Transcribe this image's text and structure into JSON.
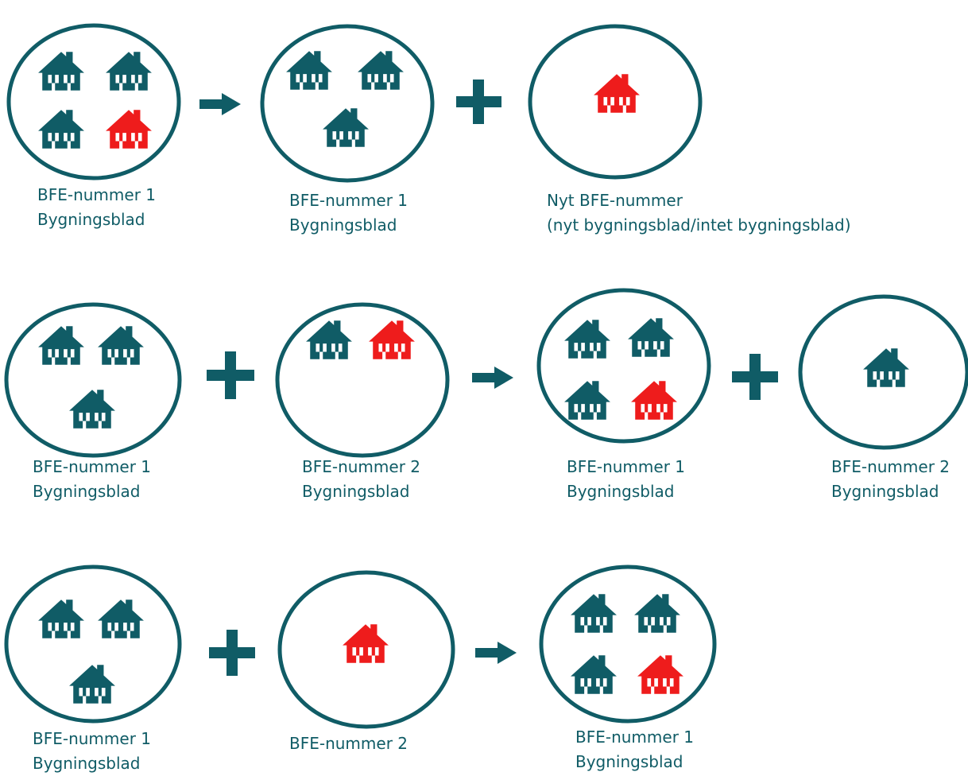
{
  "colors": {
    "teal": "#105c66",
    "red": "#ee1c1c"
  },
  "icons": {
    "house": "house-icon",
    "arrow": "arrow-right-icon",
    "plus": "plus-icon"
  },
  "rows": [
    {
      "groups": [
        {
          "houses": [
            "teal",
            "teal",
            "teal",
            "red"
          ],
          "label": [
            "BFE-nummer 1",
            "Bygningsblad"
          ]
        },
        {
          "houses": [
            "teal",
            "teal",
            "teal"
          ],
          "label": [
            "BFE-nummer 1",
            "Bygningsblad"
          ]
        },
        {
          "houses": [
            "red"
          ],
          "label": [
            "Nyt BFE-nummer",
            "(nyt bygningsblad/intet bygningsblad)"
          ]
        }
      ]
    },
    {
      "groups": [
        {
          "houses": [
            "teal",
            "teal",
            "teal"
          ],
          "label": [
            "BFE-nummer 1",
            "Bygningsblad"
          ]
        },
        {
          "houses": [
            "teal",
            "red"
          ],
          "label": [
            "BFE-nummer 2",
            "Bygningsblad"
          ]
        },
        {
          "houses": [
            "teal",
            "teal",
            "teal",
            "red"
          ],
          "label": [
            "BFE-nummer 1",
            "Bygningsblad"
          ]
        },
        {
          "houses": [
            "teal"
          ],
          "label": [
            "BFE-nummer 2",
            "Bygningsblad"
          ]
        }
      ]
    },
    {
      "groups": [
        {
          "houses": [
            "teal",
            "teal",
            "teal"
          ],
          "label": [
            "BFE-nummer 1",
            "Bygningsblad"
          ]
        },
        {
          "houses": [
            "red"
          ],
          "label": [
            "BFE-nummer 2"
          ]
        },
        {
          "houses": [
            "teal",
            "teal",
            "teal",
            "red"
          ],
          "label": [
            "BFE-nummer 1",
            "Bygningsblad"
          ]
        }
      ]
    }
  ]
}
